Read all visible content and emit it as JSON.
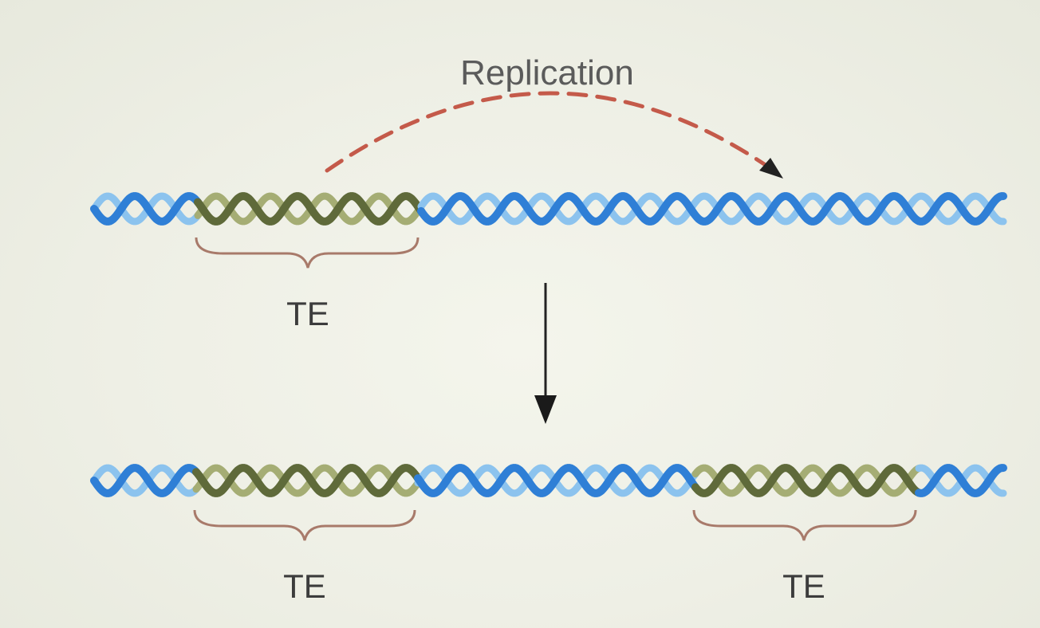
{
  "diagram": {
    "replication_label": "Replication",
    "te_label_top": "TE",
    "te_label_bottom_left": "TE",
    "te_label_bottom_right": "TE",
    "colors": {
      "dna_blue": "#2f7fd6",
      "dna_blue_light": "#8cc3ee",
      "te_olive": "#5f6a3a",
      "te_olive_light": "#a5ad74",
      "brace": "#a87a6a",
      "arrow": "#222222",
      "dashed_arrow": "#c45a4a"
    }
  }
}
